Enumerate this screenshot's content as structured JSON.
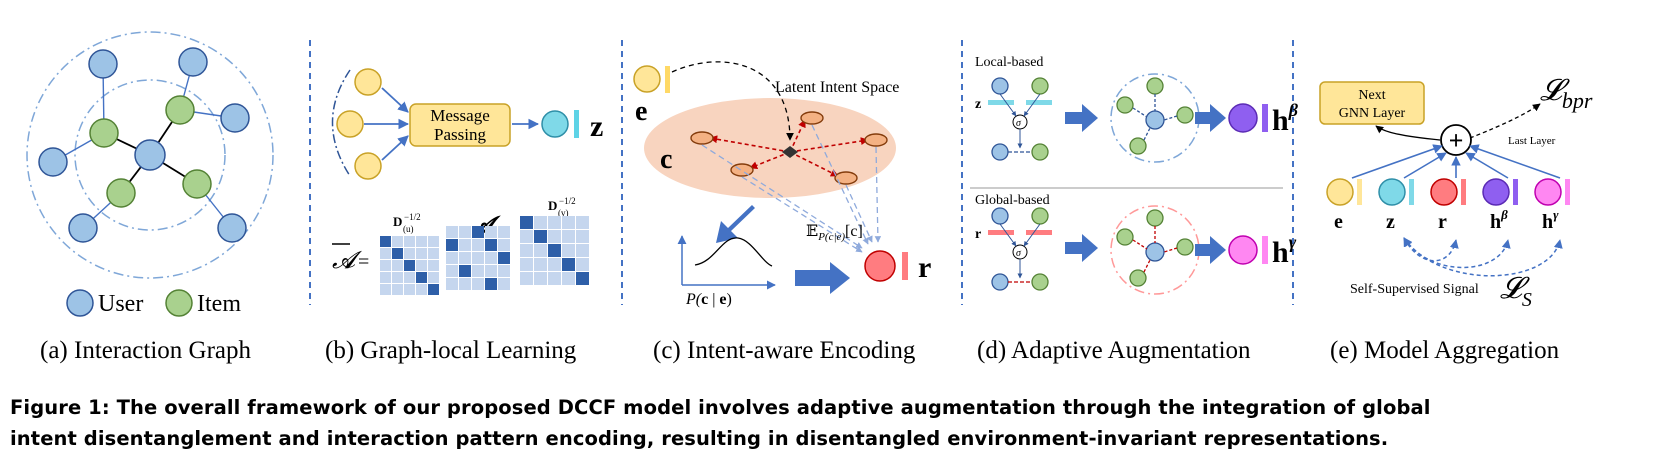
{
  "panel_a": {
    "subcaption": "(a) Interaction Graph",
    "legend_user": "User",
    "legend_item": "Item"
  },
  "panel_b": {
    "subcaption": "(b) Graph-local Learning",
    "message_passing_line1": "Message",
    "message_passing_line2": "Passing",
    "output_symbol": "z",
    "abar_symbol": "𝓐",
    "equals": "=",
    "a_symbol": "𝓐",
    "d_u_label": "D",
    "d_u_sub": "(u)",
    "d_u_sup": "−1/2",
    "d_v_label": "D",
    "d_v_sub": "(v)",
    "d_v_sup": "−1/2"
  },
  "panel_c": {
    "subcaption": "(c) Intent-aware Encoding",
    "latent_space_label": "Latent Intent Space",
    "e_symbol": "e",
    "c_symbol": "c",
    "r_symbol": "r",
    "expectation_label": "𝔼",
    "expectation_sub": "P(c|e)",
    "expectation_arg": "[c]",
    "prob_label": "P(",
    "prob_c": "c",
    "prob_bar": " | ",
    "prob_e": "e",
    "prob_close": ")"
  },
  "panel_d": {
    "subcaption": "(d) Adaptive Augmentation",
    "local_label": "Local-based",
    "global_label": "Global-based",
    "local_z": "z",
    "global_r": "r",
    "sigma": "σ",
    "h_beta_base": "h",
    "h_beta_sup": "β",
    "h_gamma_base": "h",
    "h_gamma_sup": "γ"
  },
  "panel_e": {
    "subcaption": "(e) Model Aggregation",
    "next_layer_line1": "Next",
    "next_layer_line2": "GNN Layer",
    "l_bpr": "𝓛",
    "l_bpr_sub": "bpr",
    "last_layer": "Last Layer",
    "ssl_label": "Self-Supervised Signal",
    "l_s": "𝓛",
    "l_s_sub": "S",
    "plus": "+",
    "labels": [
      "e",
      "z",
      "r",
      "h",
      "h"
    ],
    "label_sups": [
      "",
      "",
      "",
      "β",
      "γ"
    ]
  },
  "colors": {
    "user_fill": "#9dc3e6",
    "user_stroke": "#2f5597",
    "item_fill": "#a9d18e",
    "item_stroke": "#548235",
    "yellow_fill": "#ffe699",
    "yellow_stroke": "#c9a227",
    "cyan_fill": "#7fd9e8",
    "red_fill": "#ff7c80",
    "purple_fill": "#8f5ff0",
    "pink_fill": "#ff87f2",
    "blob": "#f8d4bf",
    "arrow_blue": "#4472c4",
    "dashed_red": "#c00000"
  },
  "caption": {
    "line1": "Figure 1: The overall framework of our proposed DCCF model involves adaptive augmentation through the integration of global",
    "line2": "intent disentanglement and interaction pattern encoding, resulting in disentangled environment-invariant representations."
  }
}
